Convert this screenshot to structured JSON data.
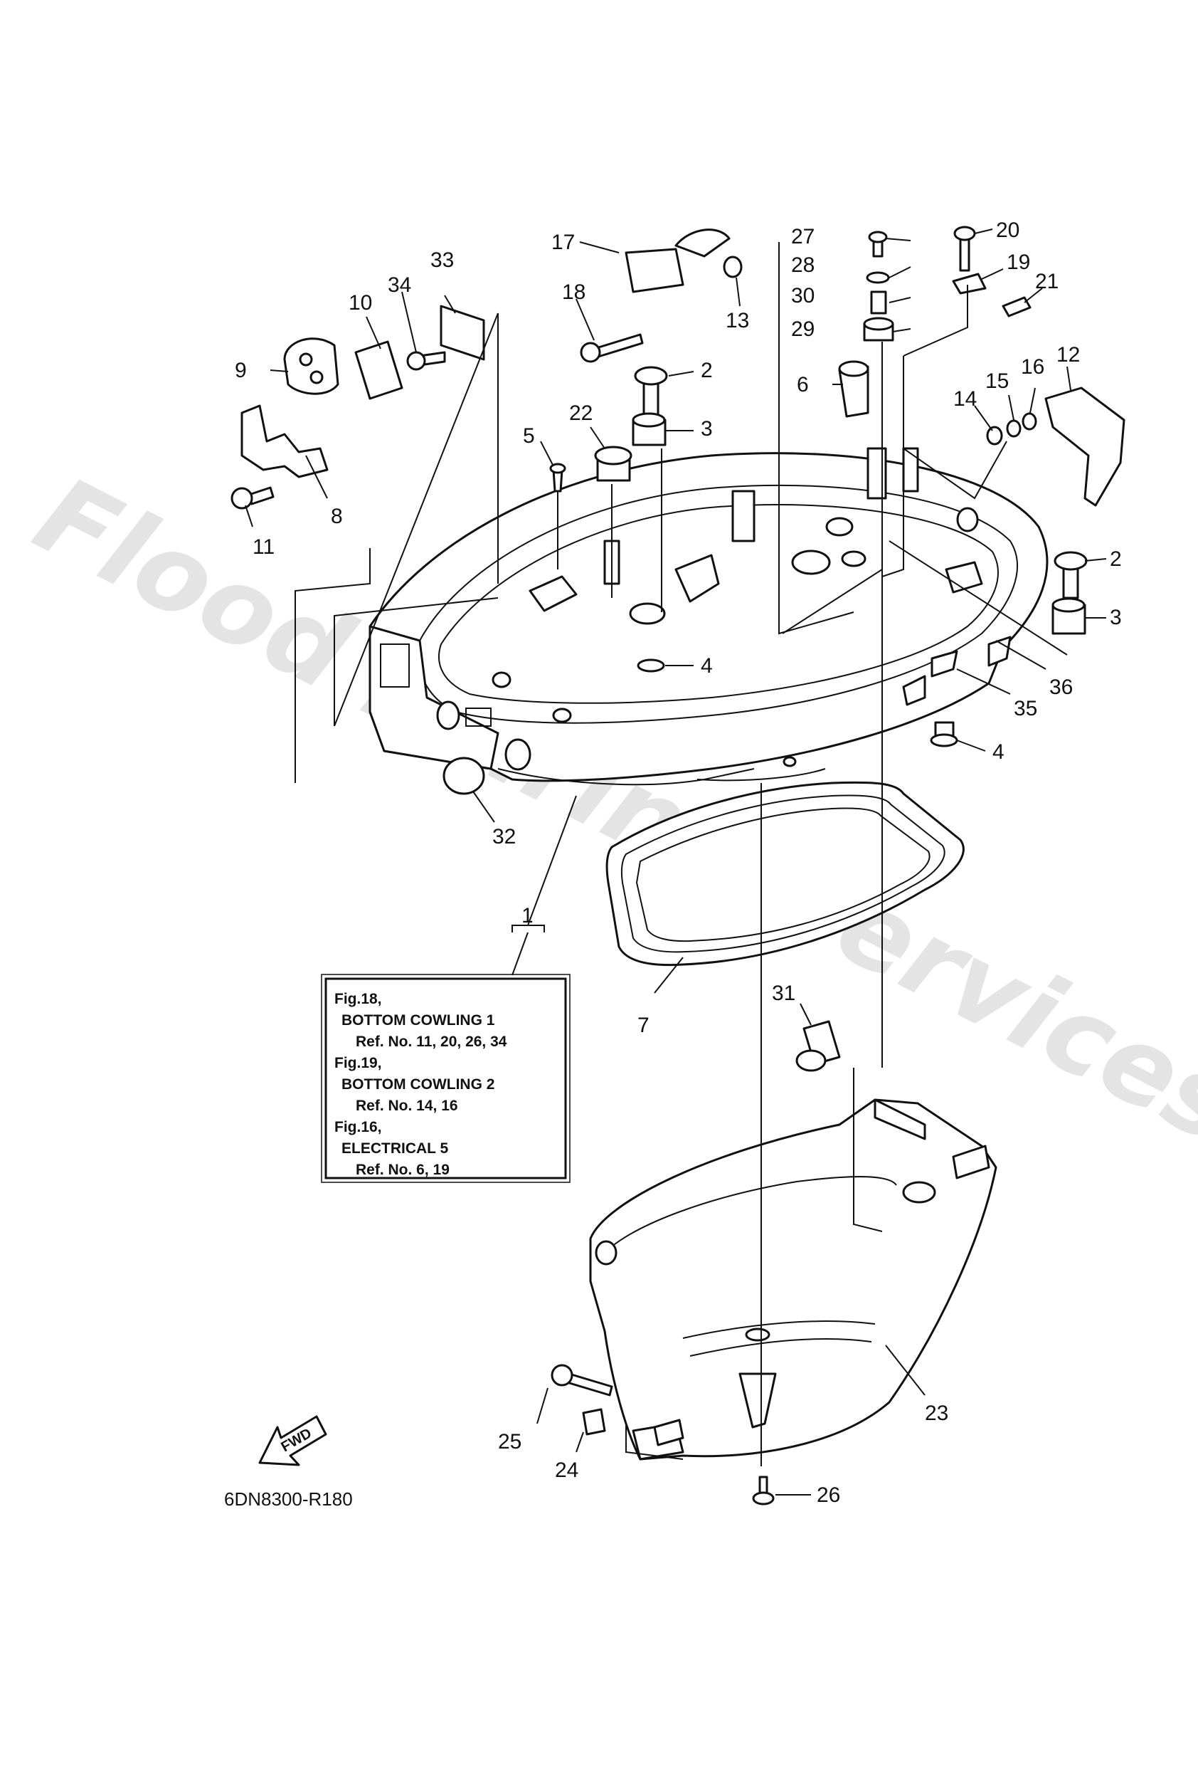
{
  "diagram": {
    "figure_code": "6DN8300-R180",
    "fwd_label": "FWD",
    "watermark": "Flood Marine Services",
    "callouts": [
      {
        "id": "c1",
        "label": "1"
      },
      {
        "id": "c2a",
        "label": "2"
      },
      {
        "id": "c2b",
        "label": "2"
      },
      {
        "id": "c3a",
        "label": "3"
      },
      {
        "id": "c3b",
        "label": "3"
      },
      {
        "id": "c4a",
        "label": "4"
      },
      {
        "id": "c4b",
        "label": "4"
      },
      {
        "id": "c5",
        "label": "5"
      },
      {
        "id": "c6",
        "label": "6"
      },
      {
        "id": "c7",
        "label": "7"
      },
      {
        "id": "c8",
        "label": "8"
      },
      {
        "id": "c9",
        "label": "9"
      },
      {
        "id": "c10",
        "label": "10"
      },
      {
        "id": "c11",
        "label": "11"
      },
      {
        "id": "c12",
        "label": "12"
      },
      {
        "id": "c13",
        "label": "13"
      },
      {
        "id": "c14",
        "label": "14"
      },
      {
        "id": "c15",
        "label": "15"
      },
      {
        "id": "c16",
        "label": "16"
      },
      {
        "id": "c17",
        "label": "17"
      },
      {
        "id": "c18",
        "label": "18"
      },
      {
        "id": "c19",
        "label": "19"
      },
      {
        "id": "c20",
        "label": "20"
      },
      {
        "id": "c21",
        "label": "21"
      },
      {
        "id": "c22",
        "label": "22"
      },
      {
        "id": "c23",
        "label": "23"
      },
      {
        "id": "c24",
        "label": "24"
      },
      {
        "id": "c25",
        "label": "25"
      },
      {
        "id": "c26",
        "label": "26"
      },
      {
        "id": "c27",
        "label": "27"
      },
      {
        "id": "c28",
        "label": "28"
      },
      {
        "id": "c29",
        "label": "29"
      },
      {
        "id": "c30",
        "label": "30"
      },
      {
        "id": "c31",
        "label": "31"
      },
      {
        "id": "c32",
        "label": "32"
      },
      {
        "id": "c33",
        "label": "33"
      },
      {
        "id": "c34",
        "label": "34"
      },
      {
        "id": "c35",
        "label": "35"
      },
      {
        "id": "c36",
        "label": "36"
      }
    ],
    "reference_note": [
      "Fig.18,",
      "BOTTOM COWLING 1",
      "Ref. No. 11, 20, 26, 34",
      "Fig.19,",
      "BOTTOM COWLING 2",
      "Ref. No. 14, 16",
      "Fig.16,",
      "ELECTRICAL 5",
      "Ref. No. 6, 19"
    ]
  }
}
